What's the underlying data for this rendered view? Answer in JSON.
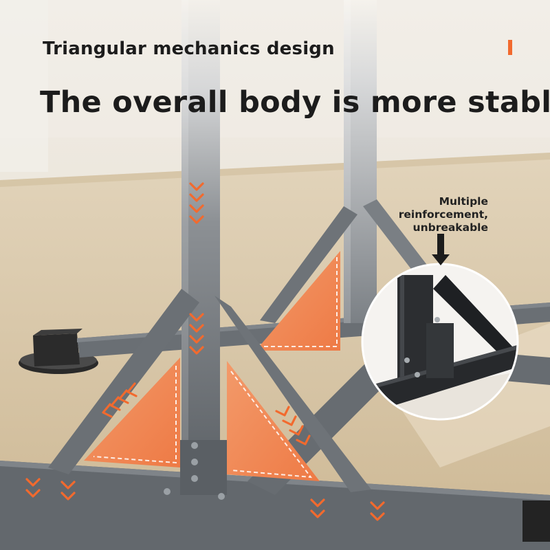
{
  "heading": {
    "subtitle": "Triangular mechanics design",
    "title": "The overall body is more stable"
  },
  "callout": {
    "lines": [
      "Multiple",
      "reinforcement,",
      "unbreakable"
    ]
  },
  "colors": {
    "accent": "#f26a2e",
    "frame": "#5c6166",
    "floor": "#d8c7a8",
    "background": "#e9e3d8"
  },
  "icons": [
    "chevron-down-icon",
    "chevron-left-icon",
    "arrow-down-icon"
  ]
}
